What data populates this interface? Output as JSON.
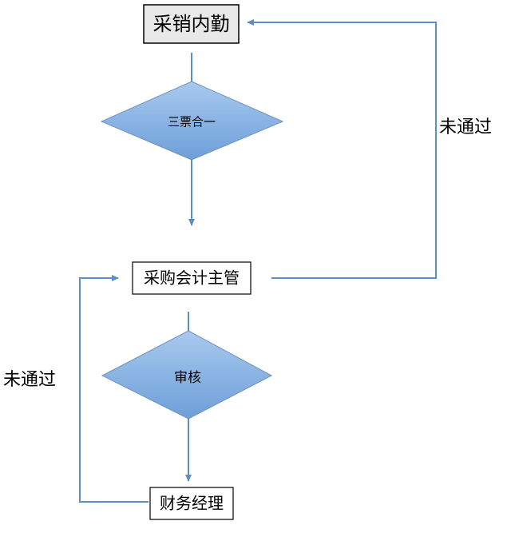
{
  "diagram": {
    "nodes": {
      "purchase_sales_clerk": {
        "label": "采销内勤"
      },
      "three_invoice_match": {
        "label": "三票合一"
      },
      "purchase_accounting_supervisor": {
        "label": "采购会计主管"
      },
      "review": {
        "label": "审核"
      },
      "finance_manager": {
        "label": "财务经理"
      }
    },
    "edge_labels": {
      "reject_to_clerk": "未通过",
      "reject_to_supervisor": "未通过"
    }
  }
}
